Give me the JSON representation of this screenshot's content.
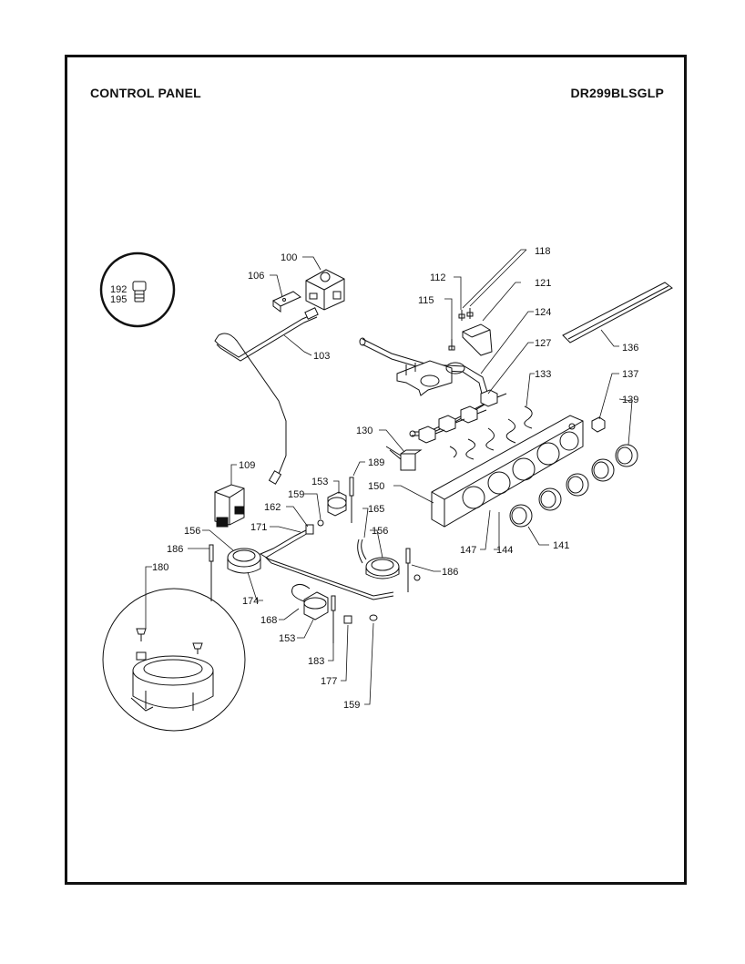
{
  "header": {
    "title": "CONTROL PANEL",
    "model": "DR299BLSGLP"
  },
  "callouts": [
    {
      "id": "c192",
      "text": "192"
    },
    {
      "id": "c195",
      "text": "195"
    },
    {
      "id": "c100",
      "text": "100"
    },
    {
      "id": "c106",
      "text": "106"
    },
    {
      "id": "c103",
      "text": "103"
    },
    {
      "id": "c118",
      "text": "118"
    },
    {
      "id": "c112",
      "text": "112"
    },
    {
      "id": "c121",
      "text": "121"
    },
    {
      "id": "c115",
      "text": "115"
    },
    {
      "id": "c124",
      "text": "124"
    },
    {
      "id": "c127",
      "text": "127"
    },
    {
      "id": "c136",
      "text": "136"
    },
    {
      "id": "c133",
      "text": "133"
    },
    {
      "id": "c137",
      "text": "137"
    },
    {
      "id": "c139",
      "text": "139"
    },
    {
      "id": "c130",
      "text": "130"
    },
    {
      "id": "c109",
      "text": "109"
    },
    {
      "id": "c189",
      "text": "189"
    },
    {
      "id": "c153a",
      "text": "153"
    },
    {
      "id": "c159a",
      "text": "159"
    },
    {
      "id": "c150",
      "text": "150"
    },
    {
      "id": "c162",
      "text": "162"
    },
    {
      "id": "c165",
      "text": "165"
    },
    {
      "id": "c171",
      "text": "171"
    },
    {
      "id": "c156a",
      "text": "156"
    },
    {
      "id": "c156b",
      "text": "156"
    },
    {
      "id": "c186a",
      "text": "186"
    },
    {
      "id": "c147",
      "text": "147"
    },
    {
      "id": "c144",
      "text": "144"
    },
    {
      "id": "c141",
      "text": "141"
    },
    {
      "id": "c180",
      "text": "180"
    },
    {
      "id": "c186b",
      "text": "186"
    },
    {
      "id": "c174",
      "text": "174"
    },
    {
      "id": "c168",
      "text": "168"
    },
    {
      "id": "c153b",
      "text": "153"
    },
    {
      "id": "c183",
      "text": "183"
    },
    {
      "id": "c177",
      "text": "177"
    },
    {
      "id": "c159b",
      "text": "159"
    }
  ]
}
